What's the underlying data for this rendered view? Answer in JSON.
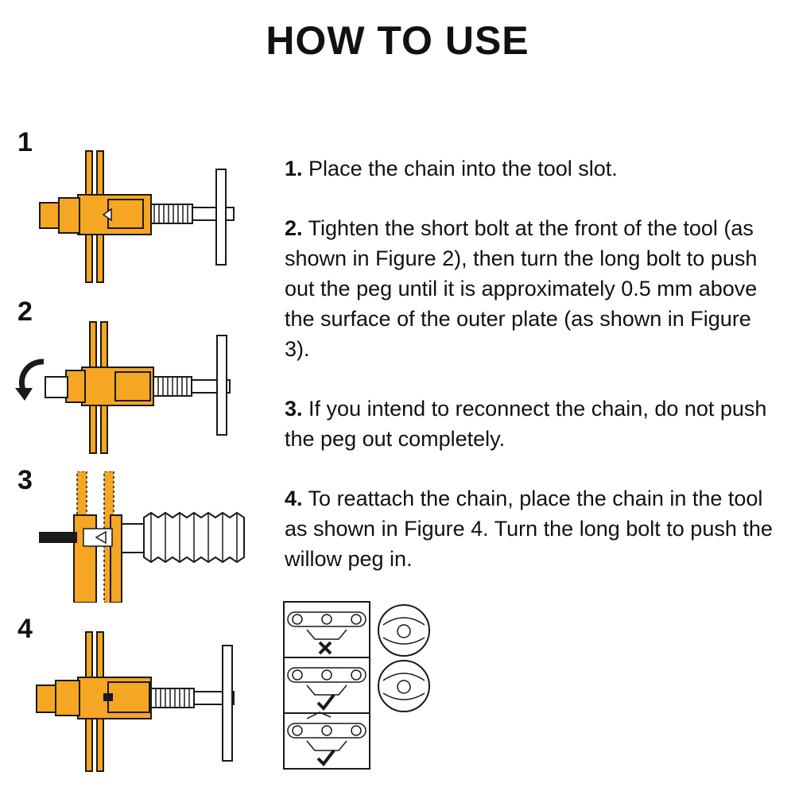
{
  "title": "HOW TO USE",
  "figures": [
    {
      "number": "1"
    },
    {
      "number": "2"
    },
    {
      "number": "3"
    },
    {
      "number": "4"
    }
  ],
  "steps": [
    {
      "number": "1.",
      "text": "Place the chain into the tool slot."
    },
    {
      "number": "2.",
      "text": "Tighten the short bolt at the front of the tool (as shown in Figure 2), then turn the long bolt to push out the peg until it is approximately 0.5 mm above the surface of the outer plate (as shown in Figure 3)."
    },
    {
      "number": "3.",
      "text": "If you intend to reconnect the chain, do not push the peg out completely."
    },
    {
      "number": "4.",
      "text": "To reattach the chain, place the chain in the tool as shown in Figure 4. Turn the long bolt to push the willow peg in."
    }
  ],
  "colors": {
    "tool": "#F5A623",
    "outline": "#1a1a1a"
  },
  "icons": [
    "rotate-arrow-icon",
    "cross-mark-icon",
    "check-mark-icon"
  ]
}
